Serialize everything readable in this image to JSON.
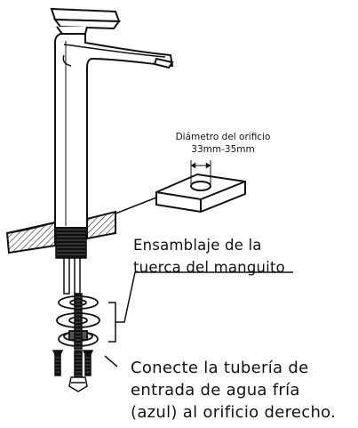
{
  "hole_diameter": {
    "line1": "Diámetro del orificio",
    "line2": "33mm-35mm"
  },
  "nut_assembly": {
    "line1": "Ensamblaje de la",
    "line2": "tuerca del manguito"
  },
  "cold_water_note": {
    "line1": "Conecte la tubería de",
    "line2": "entrada de agua fría",
    "line3": "(azul) al orificio derecho."
  }
}
